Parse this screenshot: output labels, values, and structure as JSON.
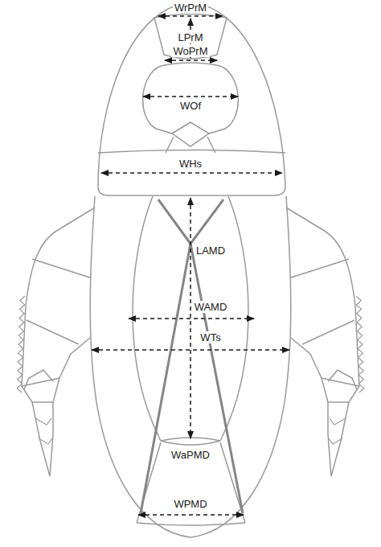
{
  "diagram": {
    "labels": [
      "WrPrM",
      "LPrM",
      "WoPrM",
      "WOf",
      "WHs",
      "LAMD",
      "WAMD",
      "WTs",
      "WaPMD",
      "WPMD"
    ]
  }
}
